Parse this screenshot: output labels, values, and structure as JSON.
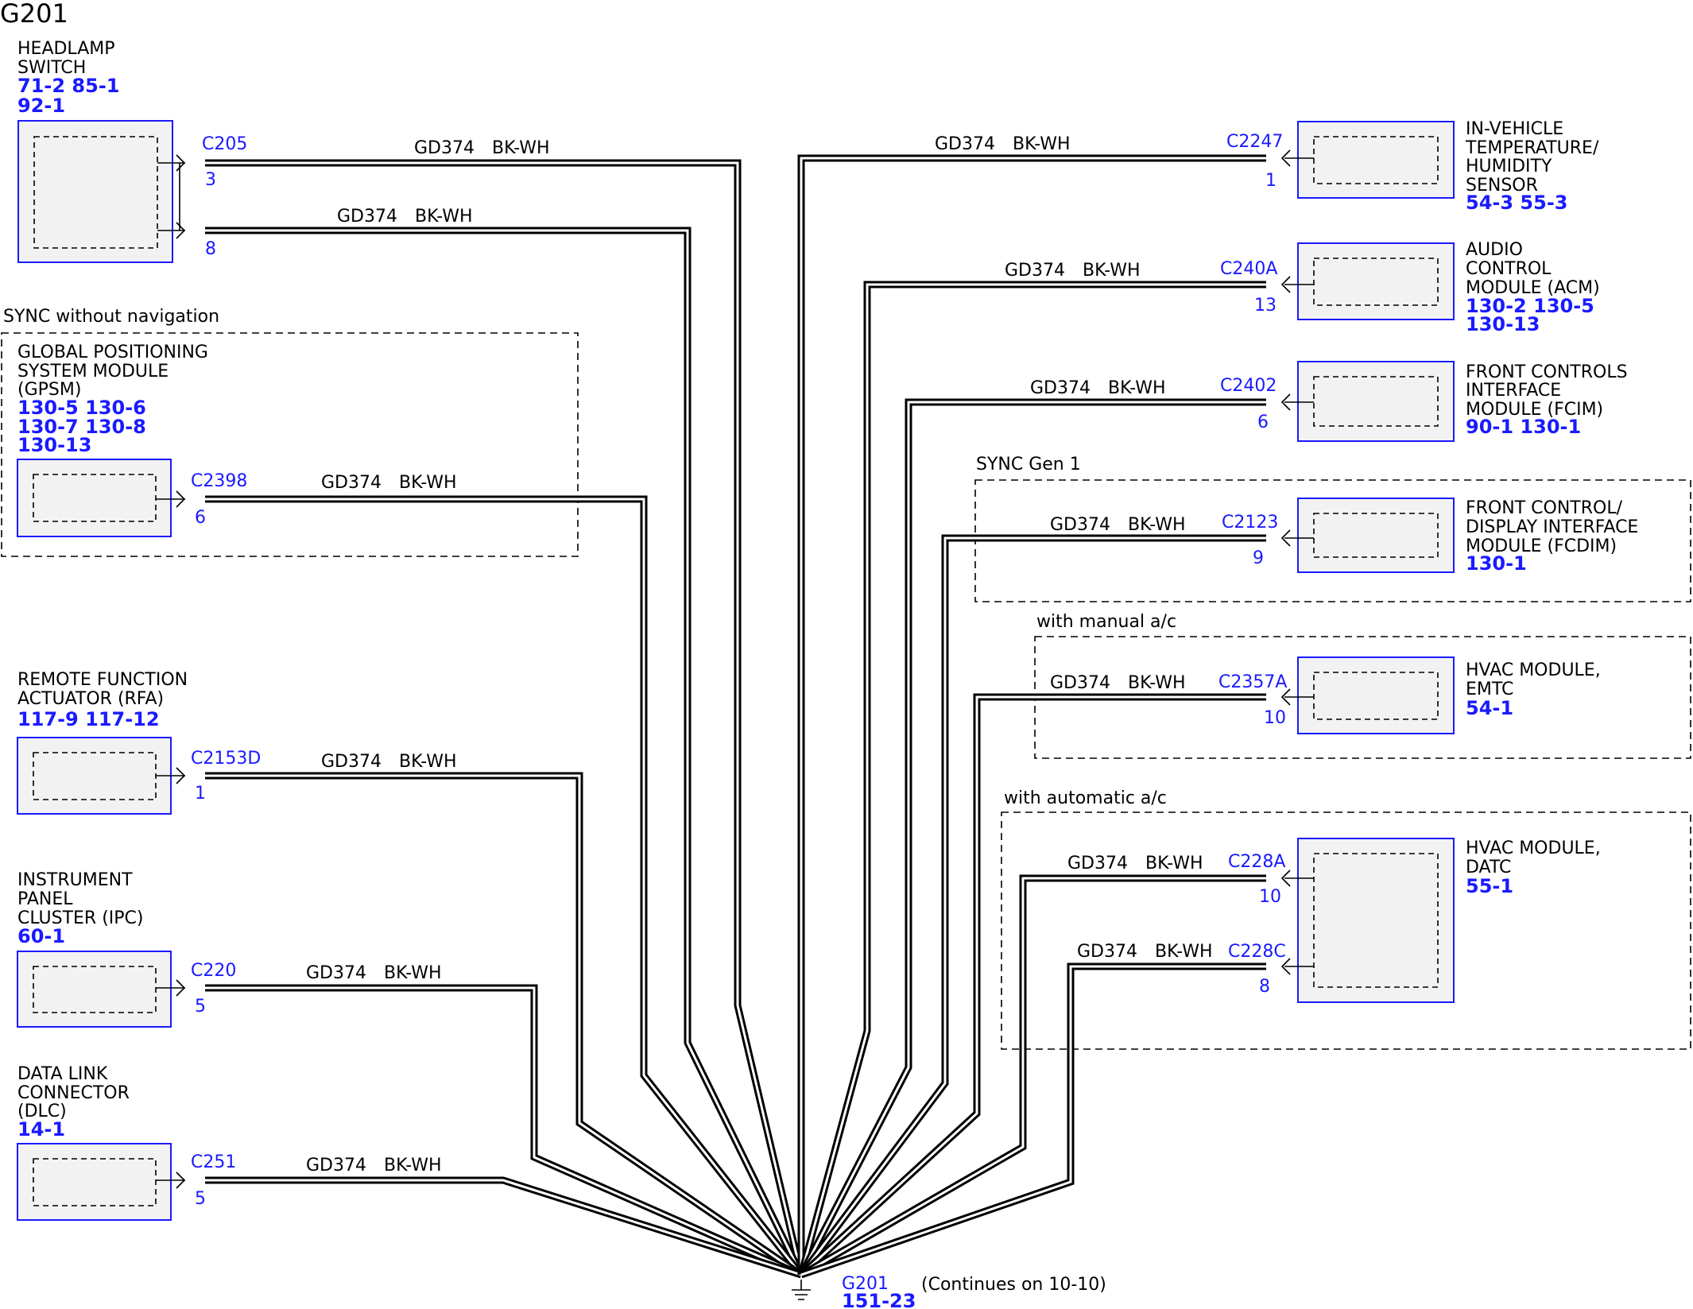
{
  "title": "G201",
  "wire": {
    "circuit": "GD374",
    "color": "BK-WH"
  },
  "ground": {
    "name": "G201",
    "ref": "151-23",
    "note": "(Continues on 10-10)"
  },
  "components": {
    "headlamp": {
      "name_lines": [
        "HEADLAMP",
        "SWITCH"
      ],
      "ref_lines": [
        "71-2  85-1",
        "92-1"
      ]
    },
    "gpsm": {
      "name_lines": [
        "GLOBAL POSITIONING",
        "SYSTEM MODULE",
        "(GPSM)"
      ],
      "ref_lines": [
        "130-5 130-6",
        "130-7 130-8",
        "130-13"
      ]
    },
    "rfa": {
      "name_lines": [
        "REMOTE FUNCTION",
        "ACTUATOR (RFA)"
      ],
      "ref_lines": [
        "117-9  117-12"
      ]
    },
    "ipc": {
      "name_lines": [
        "INSTRUMENT",
        "PANEL",
        "CLUSTER (IPC)"
      ],
      "ref_lines": [
        "60-1"
      ]
    },
    "dlc": {
      "name_lines": [
        "DATA LINK",
        "CONNECTOR",
        "(DLC)"
      ],
      "ref_lines": [
        "14-1"
      ]
    },
    "ivth": {
      "name_lines": [
        "IN-VEHICLE",
        "TEMPERATURE/",
        "HUMIDITY",
        "SENSOR"
      ],
      "ref_lines": [
        "54-3  55-3"
      ]
    },
    "acm": {
      "name_lines": [
        "AUDIO",
        "CONTROL",
        "MODULE (ACM)"
      ],
      "ref_lines": [
        "130-2 130-5",
        "130-13"
      ]
    },
    "fcim": {
      "name_lines": [
        "FRONT CONTROLS",
        "INTERFACE",
        "MODULE (FCIM)"
      ],
      "ref_lines": [
        "90-1   130-1"
      ]
    },
    "fcdim": {
      "name_lines": [
        "FRONT CONTROL/",
        "DISPLAY INTERFACE",
        "MODULE (FCDIM)"
      ],
      "ref_lines": [
        "130-1"
      ]
    },
    "emtc": {
      "name_lines": [
        "HVAC MODULE,",
        "EMTC"
      ],
      "ref_lines": [
        "54-1"
      ]
    },
    "datc": {
      "name_lines": [
        "HVAC MODULE,",
        "DATC"
      ],
      "ref_lines": [
        "55-1"
      ]
    }
  },
  "groups": {
    "sync_nav": "SYNC without navigation",
    "sync_gen1": "SYNC Gen 1",
    "manual_ac": "with manual a/c",
    "auto_ac": "with automatic a/c"
  },
  "connections": [
    {
      "connector": "C205",
      "pin": "3"
    },
    {
      "connector": "",
      "pin": "8"
    },
    {
      "connector": "C2398",
      "pin": "6"
    },
    {
      "connector": "C2153D",
      "pin": "1"
    },
    {
      "connector": "C220",
      "pin": "5"
    },
    {
      "connector": "C251",
      "pin": "5"
    },
    {
      "connector": "C2247",
      "pin": "1"
    },
    {
      "connector": "C240A",
      "pin": "13"
    },
    {
      "connector": "C2402",
      "pin": "6"
    },
    {
      "connector": "C2123",
      "pin": "9"
    },
    {
      "connector": "C2357A",
      "pin": "10"
    },
    {
      "connector": "C228A",
      "pin": "10"
    },
    {
      "connector": "C228C",
      "pin": "8"
    }
  ]
}
